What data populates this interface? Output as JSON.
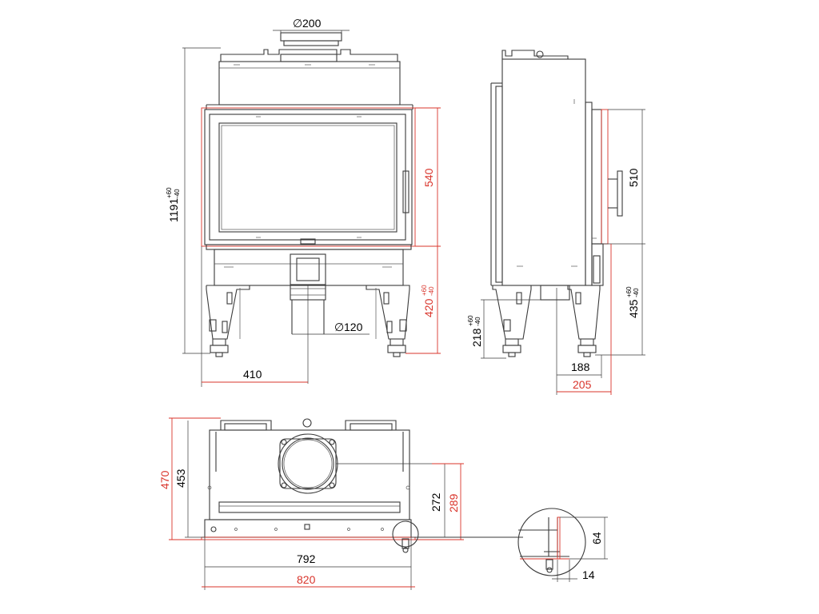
{
  "colors": {
    "line": "#3a3a3a",
    "accent": "#d9342b",
    "background": "#ffffff"
  },
  "views": {
    "front": {
      "flue_diameter": "200",
      "bottom_outlet_diameter": "120",
      "total_height": "1191",
      "total_height_tol_plus": "+60",
      "total_height_tol_minus": "-40",
      "door_height": "540",
      "door_base_height": "420",
      "door_base_tol_plus": "+60",
      "door_base_tol_minus": "-40",
      "outlet_offset": "410",
      "diameter_symbol": "∅"
    },
    "side": {
      "glass_height": "510",
      "glass_base_height": "435",
      "glass_base_tol_plus": "+60",
      "glass_base_tol_minus": "-40",
      "bottom_height": "218",
      "bottom_tol_plus": "+60",
      "bottom_tol_minus": "-40",
      "foot_depth": "188",
      "front_depth": "205"
    },
    "top": {
      "depth_outer": "470",
      "depth_inner": "453",
      "flue_center_inner": "272",
      "flue_center_outer": "289",
      "width_inner": "792",
      "width_outer": "820"
    },
    "detail": {
      "frame_height": "64",
      "frame_offset": "14"
    }
  }
}
